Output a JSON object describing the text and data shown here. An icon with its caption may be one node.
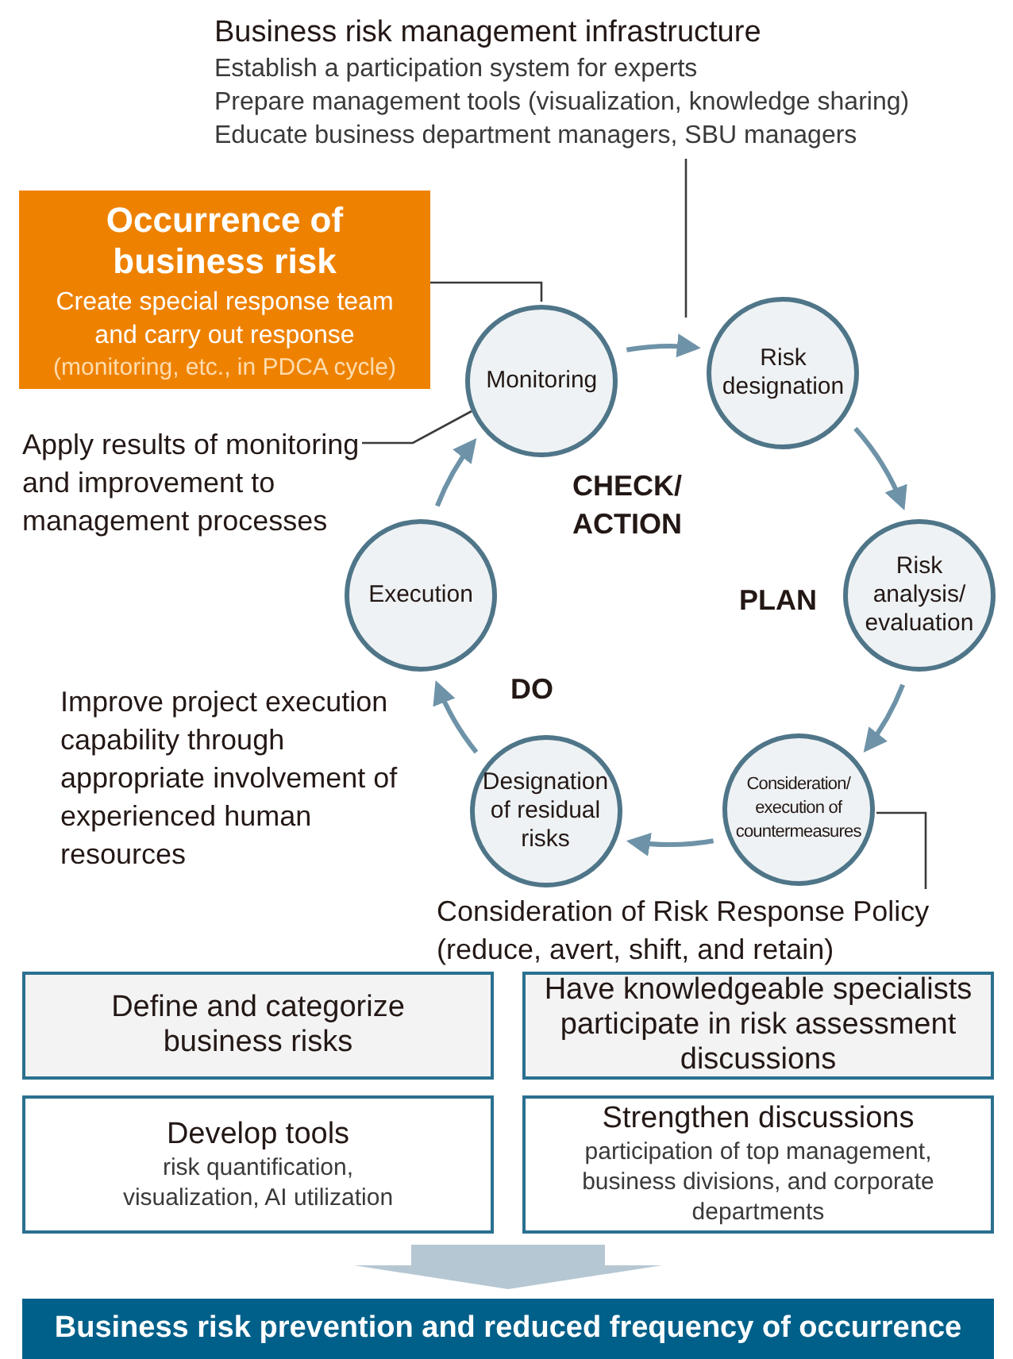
{
  "diagram": {
    "nodes": [
      {
        "text": [
          "Business risk management infrastructure",
          "Establish a participation system for experts",
          "Prepare management tools (visualization, knowledge sharing)",
          "Educate business department managers, SBU managers"
        ]
      },
      {
        "text": [
          "Occurrence of business risk",
          "Create special response team and carry out response",
          "(monitoring, etc., in PDCA cycle)"
        ]
      },
      {
        "text": [
          "Monitoring"
        ]
      },
      {
        "text": [
          "Risk designation"
        ]
      },
      {
        "text": [
          "Risk analysis/ evaluation"
        ]
      },
      {
        "text": [
          "Consideration/ execution of countermeasures"
        ]
      },
      {
        "text": [
          "Designation of residual risks"
        ]
      },
      {
        "text": [
          "Execution"
        ]
      },
      {
        "text": [
          "Apply results of monitoring and improvement to management processes"
        ]
      },
      {
        "text": [
          "Consideration of Risk Response Policy (reduce, avert, shift, and retain)"
        ]
      },
      {
        "text": [
          "Define and categorize business risks"
        ]
      },
      {
        "text": [
          "Have knowledgeable specialists participate in risk assessment discussions"
        ]
      },
      {
        "text": [
          "Develop tools",
          "risk quantification, visualization, AI utilization"
        ]
      },
      {
        "text": [
          "Strengthen discussions",
          "participation of top management, business divisions, and corporate departments"
        ]
      },
      {
        "text": [
          "Business risk prevention and reduced frequency of occurrence"
        ]
      }
    ],
    "edges": [
      {
        "from": 2,
        "to": 3,
        "arrow": "to"
      },
      {
        "from": 3,
        "to": 4,
        "arrow": "to"
      },
      {
        "from": 4,
        "to": 5,
        "arrow": "to"
      },
      {
        "from": 5,
        "to": 6,
        "arrow": "to"
      },
      {
        "from": 6,
        "to": 7,
        "arrow": "to"
      },
      {
        "from": 7,
        "to": 2,
        "arrow": "to"
      },
      {
        "from": 0,
        "to": null,
        "arrow": "none",
        "color": "#3a3a3a"
      },
      {
        "from": 1,
        "to": 2,
        "arrow": "none",
        "color": "#3a3a3a"
      },
      {
        "from": 8,
        "to": 2,
        "arrow": "none",
        "color": "#3a3a3a"
      },
      {
        "from": 9,
        "to": 5,
        "arrow": "none",
        "color": "#3a3a3a"
      },
      {
        "from": 12,
        "to": 14,
        "arrow": "to",
        "style": "thick",
        "color": "#b5c7d3"
      },
      {
        "from": 13,
        "to": 14,
        "arrow": "to",
        "style": "thick",
        "color": "#b5c7d3"
      }
    ],
    "labels": [
      "CHECK/ ACTION",
      "PLAN",
      "Improve project execution capability through appropriate involvement of experienced human resources",
      "DO"
    ]
  }
}
